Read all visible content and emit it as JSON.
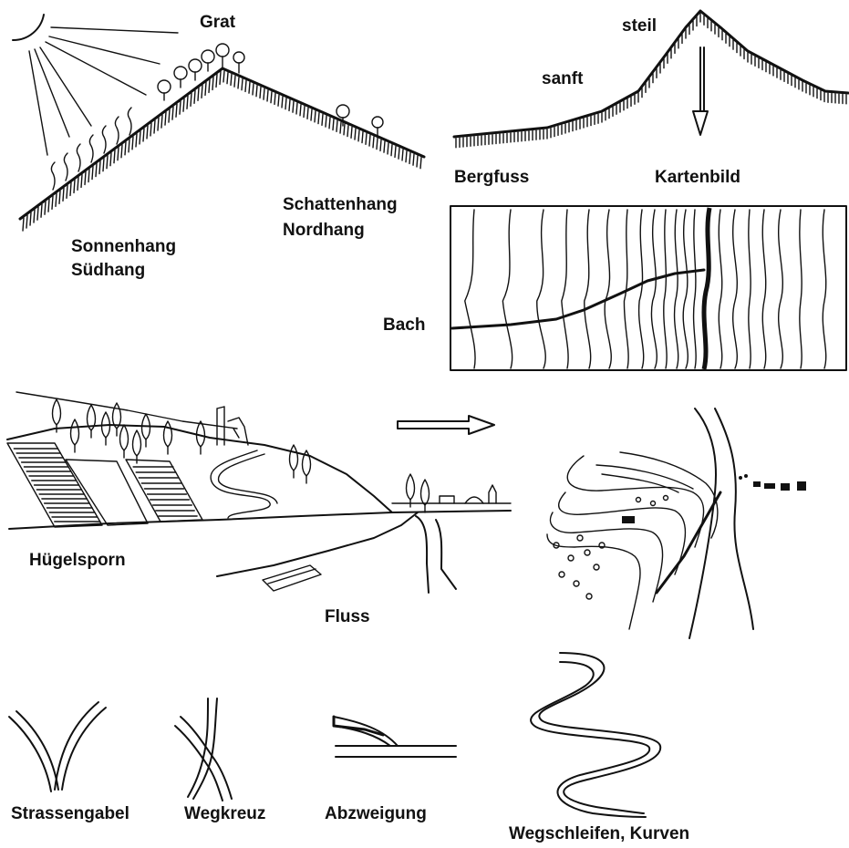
{
  "labels": {
    "grat": "Grat",
    "sonnenhang": "Sonnenhang",
    "suedhang": "Südhang",
    "schattenhang": "Schattenhang",
    "nordhang": "Nordhang",
    "steil": "steil",
    "sanft": "sanft",
    "bergfuss": "Bergfuss",
    "kartenbild": "Kartenbild",
    "bach": "Bach",
    "huegelsporn": "Hügelsporn",
    "fluss": "Fluss",
    "strassengabel": "Strassengabel",
    "wegkreuz": "Wegkreuz",
    "abzweigung": "Abzweigung",
    "wegschleifen": "Wegschleifen, Kurven"
  }
}
